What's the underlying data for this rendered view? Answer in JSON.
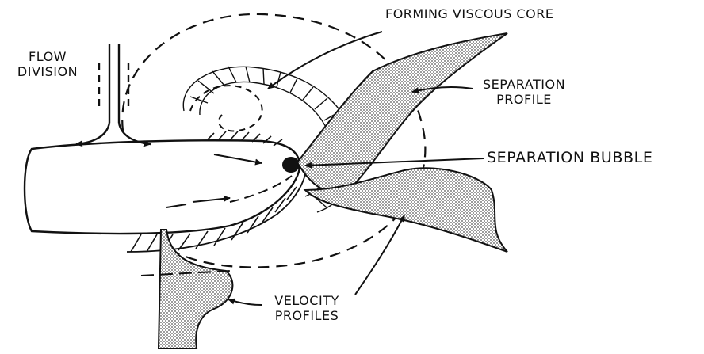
{
  "labels": {
    "flow_division_line1": "FLOW",
    "flow_division_line2": "DIVISION",
    "forming_viscous_core": "FORMING VISCOUS CORE",
    "separation_profile_line1": "SEPARATION",
    "separation_profile_line2": "PROFILE",
    "separation_bubble": "SEPARATION BUBBLE",
    "velocity_profiles_line1": "VELOCITY",
    "velocity_profiles_line2": "PROFILES"
  },
  "colors": {
    "ink": "#111111",
    "background": "#ffffff",
    "profile_fill": "#b8b8b8"
  }
}
